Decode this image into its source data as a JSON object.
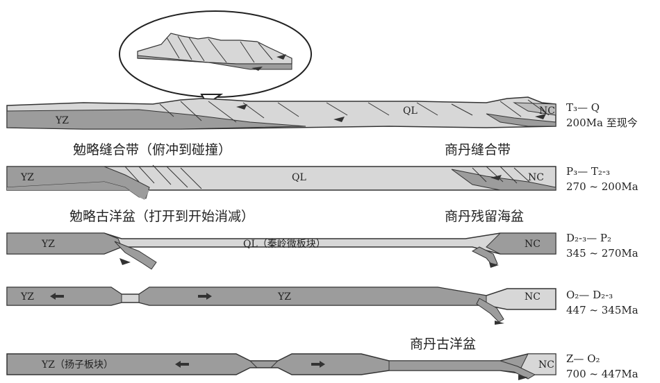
{
  "figure": {
    "colors": {
      "light_gray": "#d7d7d7",
      "dark_gray": "#9c9c9c",
      "outline": "#333333",
      "background": "#ffffff"
    },
    "stage1": {
      "yz": "YZ",
      "ql": "QL",
      "nc": "NC",
      "period": "T₃— Q",
      "ma": "200Ma 至现今"
    },
    "stage2": {
      "left_title": "勉略缝合带（俯冲到碰撞）",
      "right_title": "商丹缝合带",
      "yz": "YZ",
      "ql": "QL",
      "nc": "NC",
      "period": "P₃— T₂-₃",
      "ma": "270 ~ 200Ma"
    },
    "stage3": {
      "left_title": "勉略古洋盆（打开到开始消减）",
      "right_title": "商丹残留海盆",
      "yz": "YZ",
      "ql": "QL（秦岭微板块）",
      "nc": "NC",
      "period": "D₂-₃— P₂",
      "ma": "345 ~ 270Ma"
    },
    "stage4": {
      "yz_left": "YZ",
      "yz_mid": "YZ",
      "nc": "NC",
      "period": "O₂— D₂-₃",
      "ma": "447 ~ 345Ma"
    },
    "stage5": {
      "ocean_title": "商丹古洋盆",
      "yz": "YZ（扬子板块）",
      "nc": "NC",
      "period": "Z— O₂",
      "ma": "700 ~ 447Ma"
    }
  }
}
